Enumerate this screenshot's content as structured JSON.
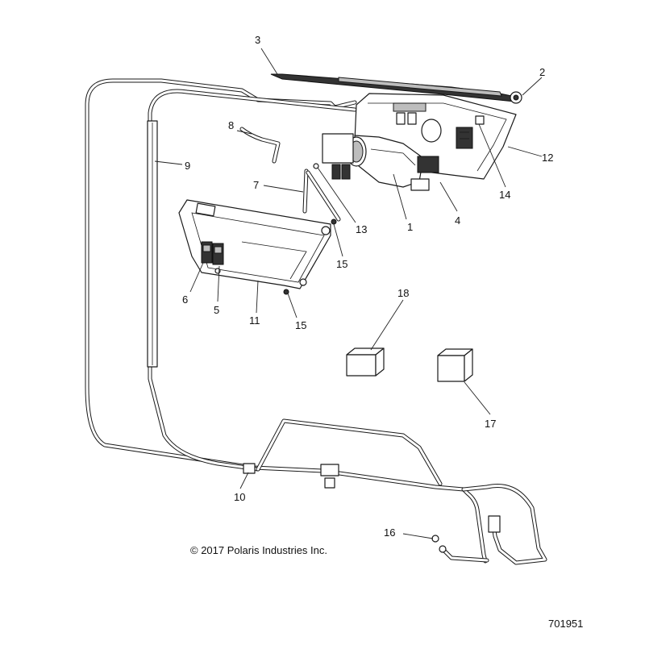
{
  "callouts": [
    {
      "id": "c1",
      "label": "1"
    },
    {
      "id": "c2",
      "label": "2"
    },
    {
      "id": "c3",
      "label": "3"
    },
    {
      "id": "c4",
      "label": "4"
    },
    {
      "id": "c5",
      "label": "5"
    },
    {
      "id": "c6",
      "label": "6"
    },
    {
      "id": "c7",
      "label": "7"
    },
    {
      "id": "c8",
      "label": "8"
    },
    {
      "id": "c9",
      "label": "9"
    },
    {
      "id": "c10",
      "label": "10"
    },
    {
      "id": "c11",
      "label": "11"
    },
    {
      "id": "c12",
      "label": "12"
    },
    {
      "id": "c13",
      "label": "13"
    },
    {
      "id": "c14",
      "label": "14"
    },
    {
      "id": "c15a",
      "label": "15"
    },
    {
      "id": "c15b",
      "label": "15"
    },
    {
      "id": "c16",
      "label": "16"
    },
    {
      "id": "c17",
      "label": "17"
    },
    {
      "id": "c18",
      "label": "18"
    }
  ],
  "copyright": "© 2017 Polaris Industries Inc.",
  "drawing_number": "701951"
}
